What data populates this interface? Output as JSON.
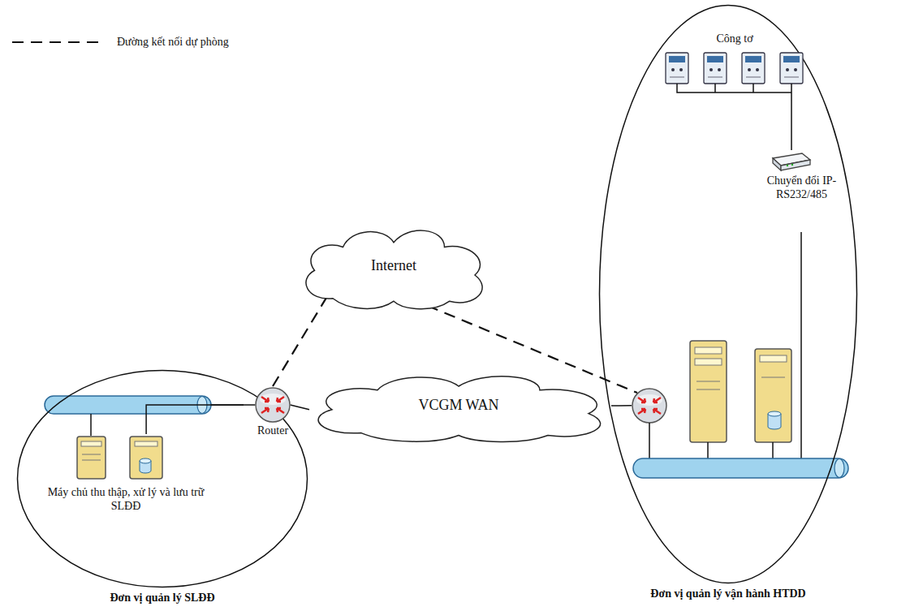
{
  "diagram": {
    "nodes": [
      {
        "text": [
          "Đơn vị quản lý SLĐĐ"
        ]
      },
      {
        "text": [
          "Máy chủ thu thập, xử lý và lưu trữ SLĐĐ"
        ],
        "in": 0
      },
      {
        "text": [
          "Router"
        ],
        "in": 0
      },
      {
        "text": [
          "Internet"
        ]
      },
      {
        "text": [
          "VCGM WAN"
        ]
      },
      {
        "text": [
          "Đơn vị quản lý vận hành HTDD"
        ]
      },
      {
        "text": [
          "Công tơ"
        ],
        "in": 5
      },
      {
        "text": [
          "Chuyển đổi IP-RS232/485"
        ],
        "in": 5
      }
    ],
    "edges": [
      {
        "from": 2,
        "to": 3,
        "arrow": "none"
      },
      {
        "from": 2,
        "to": 4,
        "arrow": "none"
      },
      {
        "from": 3,
        "to": 5,
        "arrow": "none"
      },
      {
        "from": 4,
        "to": 5,
        "arrow": "none"
      },
      {
        "from": 6,
        "to": 7,
        "arrow": "none"
      },
      {
        "from": 1,
        "to": 2,
        "arrow": "none"
      }
    ],
    "legend": [
      {
        "text": "Đường kết nối dự phòng"
      }
    ]
  }
}
